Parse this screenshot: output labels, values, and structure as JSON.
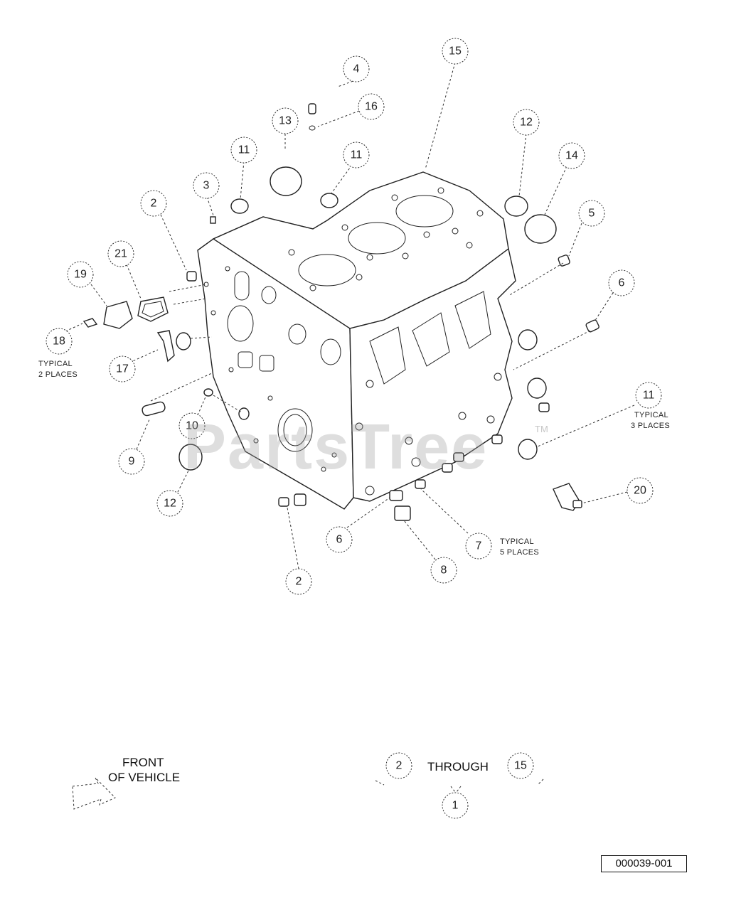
{
  "callouts": [
    {
      "id": "c1",
      "label": "1"
    },
    {
      "id": "c2a",
      "label": "2"
    },
    {
      "id": "c2b",
      "label": "2"
    },
    {
      "id": "c2c",
      "label": "2"
    },
    {
      "id": "c3",
      "label": "3"
    },
    {
      "id": "c4",
      "label": "4"
    },
    {
      "id": "c5",
      "label": "5"
    },
    {
      "id": "c6a",
      "label": "6"
    },
    {
      "id": "c6b",
      "label": "6"
    },
    {
      "id": "c7",
      "label": "7"
    },
    {
      "id": "c8",
      "label": "8"
    },
    {
      "id": "c9",
      "label": "9"
    },
    {
      "id": "c10",
      "label": "10"
    },
    {
      "id": "c11a",
      "label": "11"
    },
    {
      "id": "c11b",
      "label": "11"
    },
    {
      "id": "c11c",
      "label": "11"
    },
    {
      "id": "c12a",
      "label": "12"
    },
    {
      "id": "c12b",
      "label": "12"
    },
    {
      "id": "c13",
      "label": "13"
    },
    {
      "id": "c14",
      "label": "14"
    },
    {
      "id": "c15a",
      "label": "15"
    },
    {
      "id": "c15b",
      "label": "15"
    },
    {
      "id": "c16",
      "label": "16"
    },
    {
      "id": "c17",
      "label": "17"
    },
    {
      "id": "c18",
      "label": "18"
    },
    {
      "id": "c19",
      "label": "19"
    },
    {
      "id": "c20",
      "label": "20"
    },
    {
      "id": "c21",
      "label": "21"
    }
  ],
  "notes": {
    "typical_2_line1": "TYPICAL",
    "typical_2_line2": "2 PLACES",
    "typical_3_line1": "TYPICAL",
    "typical_3_line2": "3 PLACES",
    "typical_5_line1": "TYPICAL",
    "typical_5_line2": "5 PLACES"
  },
  "front_label": {
    "line1": "FRONT",
    "line2": "OF VEHICLE"
  },
  "through_label": "THROUGH",
  "watermark": "PartsTree",
  "watermark_tm": "TM",
  "drawing_id": "000039-001"
}
